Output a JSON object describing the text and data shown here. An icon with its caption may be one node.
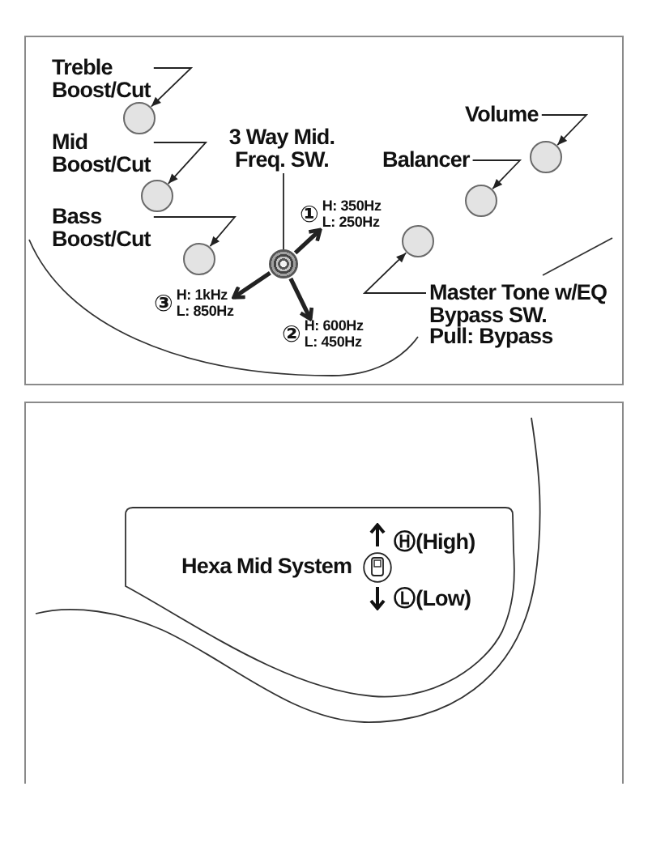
{
  "diagram": {
    "nodes": [
      {
        "text": [
          "Treble Boost/Cut"
        ]
      },
      {
        "text": [],
        "shape": "circle"
      },
      {
        "text": [
          "Mid Boost/Cut"
        ]
      },
      {
        "text": [],
        "shape": "circle"
      },
      {
        "text": [
          "Bass Boost/Cut"
        ]
      },
      {
        "text": [],
        "shape": "circle"
      },
      {
        "text": [
          "3 Way Mid. Freq. SW."
        ]
      },
      {
        "text": [],
        "shape": "circle"
      },
      {
        "text": [
          "①",
          "H: 350Hz L: 250Hz"
        ]
      },
      {
        "text": [
          "②",
          "H: 600Hz L: 450Hz"
        ]
      },
      {
        "text": [
          "③",
          "H: 1kHz L: 850Hz"
        ]
      },
      {
        "text": [
          "Volume"
        ]
      },
      {
        "text": [],
        "shape": "circle"
      },
      {
        "text": [
          "Balancer"
        ]
      },
      {
        "text": [],
        "shape": "circle"
      },
      {
        "text": [
          "Master Tone w/EQ Bypass SW. Pull: Bypass"
        ]
      },
      {
        "text": [],
        "shape": "circle"
      },
      {
        "text": [
          "Hexa Mid System",
          "Ⓗ(High)",
          "Ⓛ(Low)"
        ]
      }
    ],
    "edges": [
      {
        "from": 0,
        "to": 1,
        "arrow": "to"
      },
      {
        "from": 2,
        "to": 3,
        "arrow": "to"
      },
      {
        "from": 4,
        "to": 5,
        "arrow": "to"
      },
      {
        "from": 6,
        "to": 7,
        "arrow": "none"
      },
      {
        "from": 7,
        "to": 8,
        "arrow": "to",
        "style": "thick"
      },
      {
        "from": 7,
        "to": 9,
        "arrow": "to",
        "style": "thick"
      },
      {
        "from": 7,
        "to": 10,
        "arrow": "to",
        "style": "thick"
      },
      {
        "from": 11,
        "to": 12,
        "arrow": "to"
      },
      {
        "from": 13,
        "to": 14,
        "arrow": "to"
      },
      {
        "from": 15,
        "to": 16,
        "arrow": "to"
      }
    ]
  }
}
